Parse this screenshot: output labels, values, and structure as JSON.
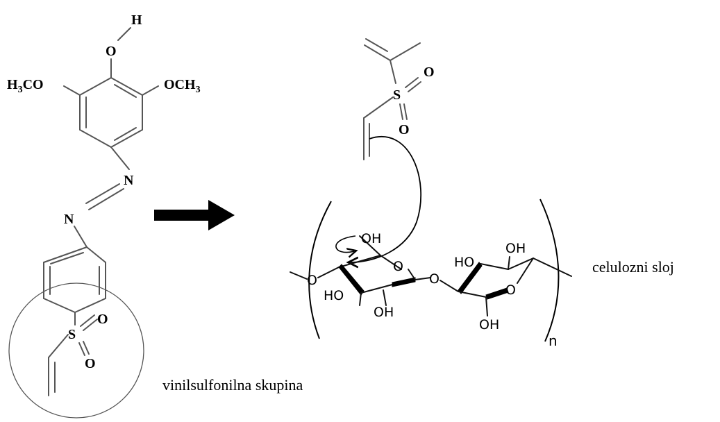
{
  "dye": {
    "h": "H",
    "o_top": "O",
    "h3co_main": "H",
    "h3co_sub": "3",
    "h3co_tail": "CO",
    "och3_main": "OCH",
    "och3_sub": "3",
    "n_upper": "N",
    "n_lower": "N",
    "s": "S",
    "o_sulfone_top": "O",
    "o_sulfone_bottom": "O"
  },
  "reagent": {
    "s": "S",
    "o_top": "O",
    "o_bottom": "O"
  },
  "cellulose": {
    "oh_top": "OH",
    "oh_r2_top": "OH",
    "ho_left": "HO",
    "oh_bottom": "OH",
    "ho_right": "HO",
    "oh_right_bottom": "OH",
    "ring_o_left": "O",
    "ring_o_right": "O",
    "glycosidic_o": "O",
    "end_o": "O",
    "subscript_n": "n"
  },
  "labels": {
    "vinylsulfonyl": "vinilsulfonilna skupina",
    "cellulose_layer": "celulozni sloj"
  }
}
